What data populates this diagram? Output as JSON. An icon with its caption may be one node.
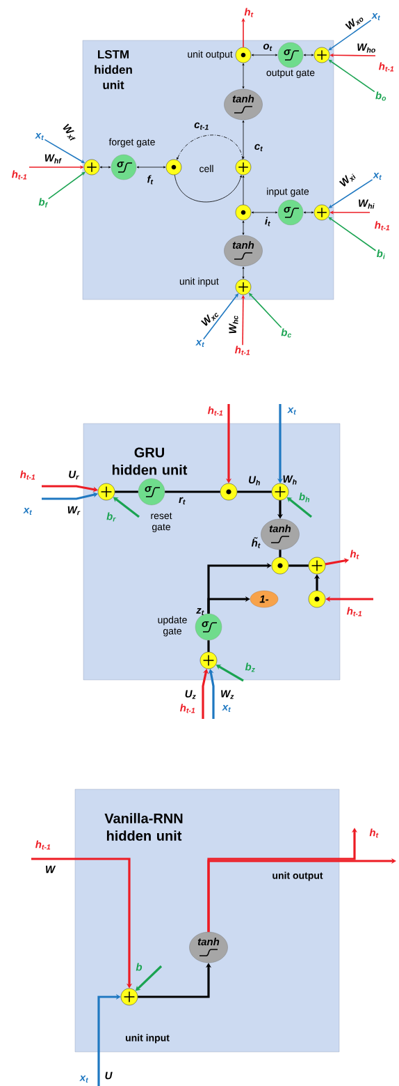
{
  "diagram": {
    "nodes": [
      {
        "text": [
          "LSTM hidden unit"
        ]
      },
      {
        "text": [],
        "shape": "circle",
        "in": 0,
        "beside": [
          "unit output"
        ]
      },
      {
        "text": [
          "σ"
        ],
        "in": 0,
        "beside": [
          "output gate"
        ]
      },
      {
        "text": [],
        "shape": "circle",
        "in": 0
      },
      {
        "text": [
          "tanh"
        ],
        "in": 0
      },
      {
        "text": [],
        "shape": "circle",
        "in": 0
      },
      {
        "text": [],
        "shape": "circle",
        "in": 0
      },
      {
        "text": [
          "σ"
        ],
        "in": 0,
        "beside": [
          "forget gate"
        ]
      },
      {
        "text": [],
        "shape": "circle",
        "in": 0
      },
      {
        "text": [],
        "shape": "circle",
        "in": 0
      },
      {
        "text": [
          "σ"
        ],
        "in": 0,
        "beside": [
          "input gate"
        ]
      },
      {
        "text": [],
        "shape": "circle",
        "in": 0
      },
      {
        "text": [
          "tanh"
        ],
        "in": 0
      },
      {
        "text": [],
        "shape": "circle",
        "in": 0,
        "beside": [
          "unit input"
        ]
      },
      {
        "text": [
          "h$_{t}$"
        ]
      },
      {
        "text": [
          "x$_{t}$"
        ]
      },
      {
        "text": [
          "h$_{t-1}$"
        ]
      },
      {
        "text": [
          "b$_{o}$"
        ]
      },
      {
        "text": [
          "x$_{t}$"
        ]
      },
      {
        "text": [
          "h$_{t-1}$"
        ]
      },
      {
        "text": [
          "b$_{f}$"
        ]
      },
      {
        "text": [
          "x$_{t}$"
        ]
      },
      {
        "text": [
          "h$_{t-1}$"
        ]
      },
      {
        "text": [
          "b$_{i}$"
        ]
      },
      {
        "text": [
          "x$_{t}$"
        ]
      },
      {
        "text": [
          "h$_{t-1}$"
        ]
      },
      {
        "text": [
          "b$_{c}$"
        ]
      },
      {
        "text": [
          "GRU hidden unit"
        ]
      },
      {
        "text": [],
        "shape": "circle",
        "in": 27
      },
      {
        "text": [
          "σ"
        ],
        "in": 27,
        "beside": [
          "reset gate"
        ]
      },
      {
        "text": [],
        "shape": "circle",
        "in": 27
      },
      {
        "text": [],
        "shape": "circle",
        "in": 27
      },
      {
        "text": [
          "tanh"
        ],
        "in": 27,
        "beside": [
          "h̃$_{t}$"
        ]
      },
      {
        "text": [],
        "shape": "circle",
        "in": 27
      },
      {
        "text": [],
        "shape": "circle",
        "in": 27
      },
      {
        "text": [
          "1-"
        ],
        "in": 27
      },
      {
        "text": [],
        "shape": "circle",
        "in": 27
      },
      {
        "text": [
          "σ"
        ],
        "in": 27,
        "beside": [
          "update gate"
        ]
      },
      {
        "text": [],
        "shape": "circle",
        "in": 27
      },
      {
        "text": [
          "h$_{t-1}$"
        ]
      },
      {
        "text": [
          "x$_{t}$"
        ]
      },
      {
        "text": [
          "b$_{r}$"
        ],
        "in": 27
      },
      {
        "text": [
          "h$_{t-1}$"
        ]
      },
      {
        "text": [
          "x$_{t}$"
        ]
      },
      {
        "text": [
          "b$_{h}$"
        ],
        "in": 27
      },
      {
        "text": [
          "h$_{t}$"
        ]
      },
      {
        "text": [
          "h$_{t-1}$"
        ]
      },
      {
        "text": [
          "b$_{z}$"
        ],
        "in": 27
      },
      {
        "text": [
          "h$_{t-1}$"
        ]
      },
      {
        "text": [
          "x$_{t}$"
        ]
      },
      {
        "text": [
          "Vanilla-RNN hidden unit"
        ]
      },
      {
        "text": [],
        "shape": "circle",
        "in": 50
      },
      {
        "text": [
          "tanh"
        ],
        "in": 50
      },
      {
        "text": [
          "b"
        ],
        "in": 50
      },
      {
        "text": [
          "h$_{t-1}$"
        ]
      },
      {
        "text": [
          "x$_{t}$"
        ]
      },
      {
        "text": [
          "h$_{t}$"
        ]
      }
    ],
    "edges": [
      {
        "from": 1,
        "to": 14,
        "arrow": "to",
        "color": "#ed1c24"
      },
      {
        "from": 1,
        "to": 2,
        "arrow": "both",
        "label": "o$_{t}$"
      },
      {
        "from": 2,
        "to": 3,
        "arrow": "both"
      },
      {
        "from": 1,
        "to": 4,
        "arrow": "both"
      },
      {
        "from": 4,
        "to": 5,
        "arrow": "both",
        "label": "c$_{t}$"
      },
      {
        "from": 5,
        "to": 6,
        "arrow": "to",
        "style": "dashed",
        "label": "c$_{t-1}$"
      },
      {
        "from": 6,
        "to": 5,
        "arrow": "to"
      },
      {
        "from": 8,
        "to": 7,
        "arrow": "both"
      },
      {
        "from": 7,
        "to": 6,
        "arrow": "both",
        "label": "f$_{t}$"
      },
      {
        "from": 9,
        "to": 5,
        "arrow": "to"
      },
      {
        "from": 9,
        "to": 10,
        "arrow": "both",
        "label": "i$_{t}$"
      },
      {
        "from": 10,
        "to": 11,
        "arrow": "both"
      },
      {
        "from": 9,
        "to": 12,
        "arrow": "both"
      },
      {
        "from": 12,
        "to": 13,
        "arrow": "both"
      },
      {
        "from": 15,
        "to": 3,
        "arrow": "to",
        "color": "#1f78c1",
        "label": "W$_{xo}$"
      },
      {
        "from": 16,
        "to": 3,
        "arrow": "to",
        "color": "#ed1c24",
        "label": "W$_{ho}$"
      },
      {
        "from": 17,
        "to": 3,
        "arrow": "to",
        "color": "#1aa351"
      },
      {
        "from": 18,
        "to": 8,
        "arrow": "to",
        "color": "#1f78c1",
        "label": "W$_{xf}$"
      },
      {
        "from": 19,
        "to": 8,
        "arrow": "to",
        "color": "#ed1c24",
        "label": "W$_{hf}$"
      },
      {
        "from": 20,
        "to": 8,
        "arrow": "to",
        "color": "#1aa351"
      },
      {
        "from": 21,
        "to": 11,
        "arrow": "to",
        "color": "#1f78c1",
        "label": "W$_{xi}$"
      },
      {
        "from": 22,
        "to": 11,
        "arrow": "to",
        "color": "#ed1c24",
        "label": "W$_{hi}$"
      },
      {
        "from": 23,
        "to": 11,
        "arrow": "to",
        "color": "#1aa351"
      },
      {
        "from": 24,
        "to": 13,
        "arrow": "to",
        "color": "#1f78c1",
        "label": "W$_{xc}$"
      },
      {
        "from": 25,
        "to": 13,
        "arrow": "to",
        "color": "#ed1c24",
        "label": "W$_{hc}$"
      },
      {
        "from": 26,
        "to": 13,
        "arrow": "to",
        "color": "#1aa351"
      },
      {
        "from": 39,
        "to": 28,
        "arrow": "to",
        "color": "#ed1c24",
        "label": "U$_{r}$"
      },
      {
        "from": 40,
        "to": 28,
        "arrow": "to",
        "color": "#1f78c1",
        "label": "W$_{r}$"
      },
      {
        "from": 41,
        "to": 28,
        "arrow": "to",
        "color": "#1aa351"
      },
      {
        "from": 28,
        "to": 29,
        "arrow": "none"
      },
      {
        "from": 29,
        "to": 30,
        "arrow": "none",
        "label": "r$_{t}$"
      },
      {
        "from": 42,
        "to": 30,
        "arrow": "to",
        "color": "#ed1c24"
      },
      {
        "from": 30,
        "to": 31,
        "arrow": "none",
        "label": "U$_{h}$"
      },
      {
        "from": 43,
        "to": 31,
        "arrow": "to",
        "color": "#1f78c1",
        "label": "W$_{h}$"
      },
      {
        "from": 44,
        "to": 31,
        "arrow": "to",
        "color": "#1aa351"
      },
      {
        "from": 31,
        "to": 32,
        "arrow": "to"
      },
      {
        "from": 32,
        "to": 33,
        "arrow": "none"
      },
      {
        "from": 33,
        "to": 34,
        "arrow": "none"
      },
      {
        "from": 34,
        "to": 45,
        "arrow": "to",
        "color": "#ed1c24"
      },
      {
        "from": 36,
        "to": 34,
        "arrow": "to"
      },
      {
        "from": 46,
        "to": 36,
        "arrow": "to",
        "color": "#ed1c24"
      },
      {
        "from": 37,
        "to": 33,
        "arrow": "to"
      },
      {
        "from": 37,
        "to": 35,
        "arrow": "to",
        "label": "z$_{t}$"
      },
      {
        "from": 38,
        "to": 37,
        "arrow": "none"
      },
      {
        "from": 48,
        "to": 38,
        "arrow": "to",
        "color": "#ed1c24",
        "label": "U$_{z}$"
      },
      {
        "from": 49,
        "to": 38,
        "arrow": "to",
        "color": "#1f78c1",
        "label": "W$_{z}$"
      },
      {
        "from": 47,
        "to": 38,
        "arrow": "to",
        "color": "#1aa351"
      },
      {
        "from": 54,
        "to": 51,
        "arrow": "to",
        "color": "#ed1c24",
        "label": "W"
      },
      {
        "from": 55,
        "to": 51,
        "arrow": "to",
        "color": "#1f78c1",
        "label": "U"
      },
      {
        "from": 53,
        "to": 51,
        "arrow": "to",
        "color": "#1aa351"
      },
      {
        "from": 51,
        "to": 52,
        "arrow": "to"
      },
      {
        "from": 52,
        "to": 56,
        "arrow": "to",
        "color": "#ed1c24"
      },
      {
        "from": 52,
        "to": null,
        "arrow": "to",
        "color": "#ed1c24"
      }
    ],
    "labels": [
      "cell",
      "unit output",
      "unit input"
    ]
  }
}
